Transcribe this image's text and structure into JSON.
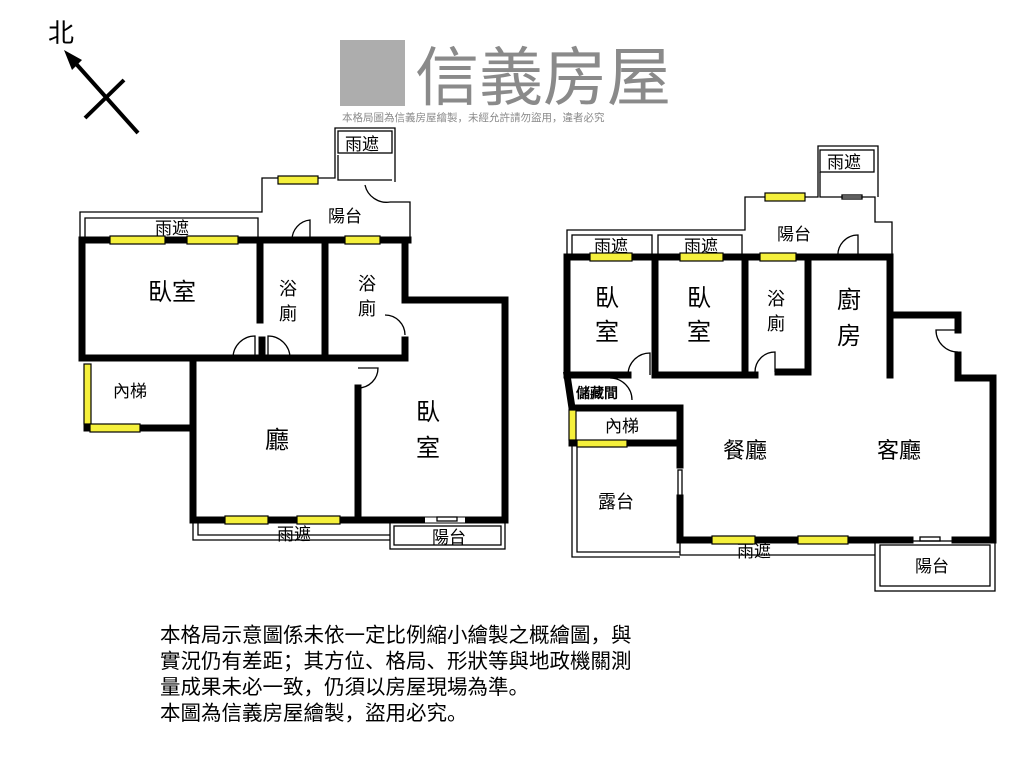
{
  "compass": {
    "label": "北"
  },
  "watermark": {
    "brand": "信義房屋",
    "subtitle": "本格局圖為信義房屋繪製，未經允許請勿盜用，違者必究"
  },
  "plan_left": {
    "rain_shelter_top": "雨遮",
    "rain_shelter_upper": "雨遮",
    "balcony_top": "陽台",
    "bedroom_1": "臥室",
    "bath_1": [
      "浴",
      "廁"
    ],
    "bath_2": [
      "浴",
      "廁"
    ],
    "stairs": "內梯",
    "living": "廳",
    "bedroom_2": [
      "臥",
      "室"
    ],
    "rain_shelter_bottom": "雨遮",
    "balcony_bottom": "陽台"
  },
  "plan_right": {
    "rain_shelter_top": "雨遮",
    "balcony_top": "陽台",
    "rain_shelter_1": "雨遮",
    "rain_shelter_2": "雨遮",
    "bedroom_1": [
      "臥",
      "室"
    ],
    "bedroom_2": [
      "臥",
      "室"
    ],
    "bath": [
      "浴",
      "廁"
    ],
    "kitchen": [
      "廚",
      "房"
    ],
    "storage": "儲藏間",
    "stairs": "內梯",
    "dining": "餐廳",
    "living": "客廳",
    "terrace": "露台",
    "rain_shelter_bottom": "雨遮",
    "balcony_bottom": "陽台"
  },
  "notes": [
    "本格局示意圖係未依一定比例縮小繪製之概繪圖，與",
    "實況仍有差距；其方位、格局、形狀等與地政機關測",
    "量成果未必一致，仍須以房屋現場為準。",
    "本圖為信義房屋繪製，盜用必究。"
  ],
  "colors": {
    "window": "#f5f03c",
    "wall": "#000000",
    "watermark": "#8a8a8a"
  }
}
